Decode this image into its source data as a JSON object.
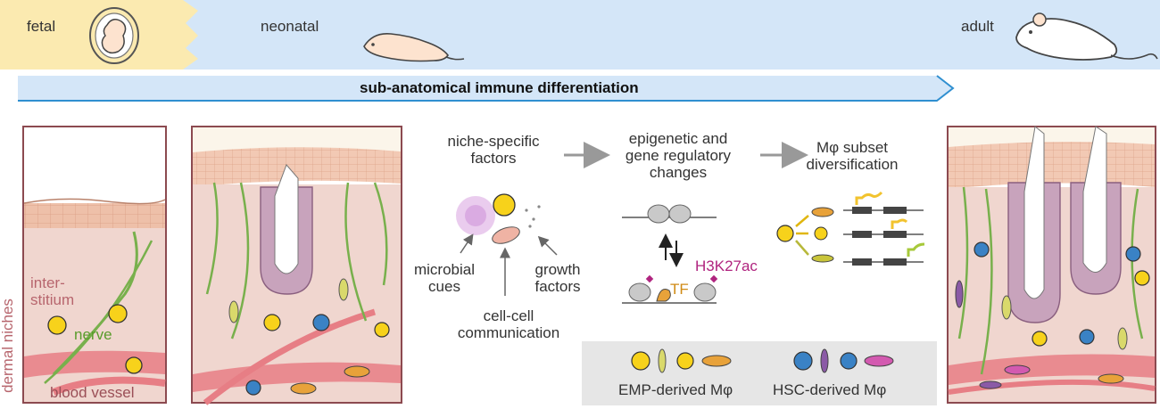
{
  "timeline": {
    "stages": [
      "fetal",
      "neonatal",
      "adult"
    ],
    "arrow_label": "sub-anatomical immune differentiation"
  },
  "side_label": "dermal niches",
  "panel1": {
    "labels": {
      "interstitium_line1": "inter-",
      "interstitium_line2": "stitium",
      "nerve": "nerve",
      "blood_vessel": "blood vessel"
    }
  },
  "process": {
    "step1": [
      "niche-specific",
      "factors"
    ],
    "step2": [
      "epigenetic and",
      "gene regulatory",
      "changes"
    ],
    "step3": [
      "Mφ subset",
      "diversification"
    ],
    "inputs": {
      "microbial": [
        "microbial",
        "cues"
      ],
      "growth": [
        "growth",
        "factors"
      ],
      "cellcell": [
        "cell-cell",
        "communication"
      ]
    },
    "tf": "TF",
    "mark": "H3K27ac"
  },
  "legend": {
    "emp": "EMP-derived Mφ",
    "hsc": "HSC-derived Mφ"
  },
  "colors": {
    "fetal_band": "#fbeab0",
    "neonatal_band": "#d4e6f8",
    "arrow": "#d4e6f8",
    "arrow_border": "#2f8fd0",
    "dermis": "#f0d6cf",
    "epidermis": "#e9b9a3",
    "vessel": "#e77e85",
    "nerve": "#78b04c",
    "emp_cell": "#f7d21b",
    "hsc_cell": "#3a82c5",
    "text_label": "#b7656d",
    "mark": "#b0247f",
    "tf": "#d08a14",
    "legend_bg": "#e6e6e6"
  }
}
